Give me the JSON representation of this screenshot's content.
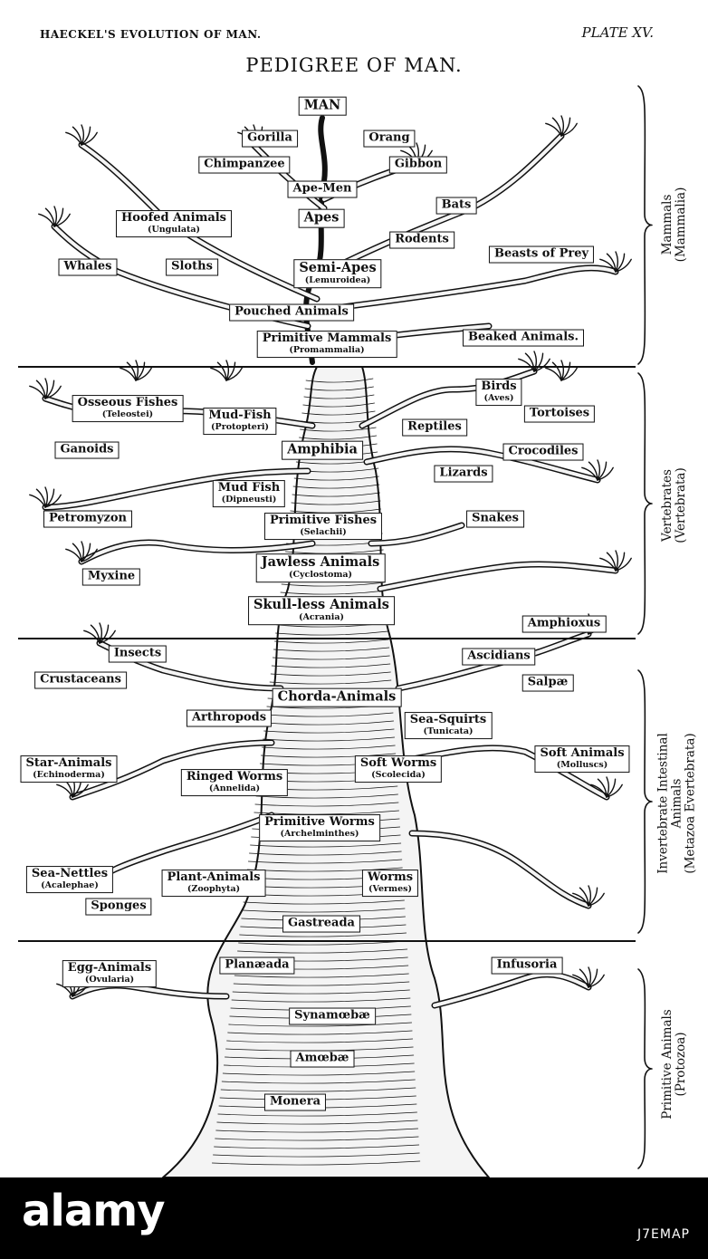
{
  "header": {
    "left": "HAECKEL'S EVOLUTION OF MAN.",
    "right": "PLATE XV."
  },
  "title": "PEDIGREE OF MAN.",
  "sections": [
    {
      "lines": [
        "Mammals",
        "(Mammalia)"
      ]
    },
    {
      "lines": [
        "Vertebrates",
        "(Vertebrata)"
      ]
    },
    {
      "lines": [
        "Invertebrate Intestinal",
        "Animals",
        "(Metazoa Evertebrata)"
      ]
    },
    {
      "lines": [
        "Primitive Animals",
        "(Protozoa)"
      ]
    }
  ],
  "labels": [
    {
      "id": "man",
      "main": "MAN",
      "sub": ""
    },
    {
      "id": "gorilla",
      "main": "Gorilla",
      "sub": ""
    },
    {
      "id": "orang",
      "main": "Orang",
      "sub": ""
    },
    {
      "id": "chimpanzee",
      "main": "Chimpanzee",
      "sub": ""
    },
    {
      "id": "gibbon",
      "main": "Gibbon",
      "sub": ""
    },
    {
      "id": "ape-men",
      "main": "Ape-Men",
      "sub": ""
    },
    {
      "id": "bats",
      "main": "Bats",
      "sub": ""
    },
    {
      "id": "hoofed-animals",
      "main": "Hoofed Animals",
      "sub": "(Ungulata)"
    },
    {
      "id": "apes",
      "main": "Apes",
      "sub": ""
    },
    {
      "id": "rodents",
      "main": "Rodents",
      "sub": ""
    },
    {
      "id": "beasts-of-prey",
      "main": "Beasts of Prey",
      "sub": ""
    },
    {
      "id": "whales",
      "main": "Whales",
      "sub": ""
    },
    {
      "id": "sloths",
      "main": "Sloths",
      "sub": ""
    },
    {
      "id": "semi-apes",
      "main": "Semi-Apes",
      "sub": "(Lemuroidea)"
    },
    {
      "id": "pouched-animals",
      "main": "Pouched Animals",
      "sub": ""
    },
    {
      "id": "primitive-mammals",
      "main": "Primitive Mammals",
      "sub": "(Promammalia)"
    },
    {
      "id": "beaked-animals",
      "main": "Beaked Animals.",
      "sub": ""
    },
    {
      "id": "osseous-fishes",
      "main": "Osseous Fishes",
      "sub": "(Teleostei)"
    },
    {
      "id": "mud-fish-protopteri",
      "main": "Mud-Fish",
      "sub": "(Protopteri)"
    },
    {
      "id": "birds",
      "main": "Birds",
      "sub": "(Aves)"
    },
    {
      "id": "tortoises",
      "main": "Tortoises",
      "sub": ""
    },
    {
      "id": "reptiles",
      "main": "Reptiles",
      "sub": ""
    },
    {
      "id": "ganoids",
      "main": "Ganoids",
      "sub": ""
    },
    {
      "id": "amphibia",
      "main": "Amphibia",
      "sub": ""
    },
    {
      "id": "crocodiles",
      "main": "Crocodiles",
      "sub": ""
    },
    {
      "id": "lizards",
      "main": "Lizards",
      "sub": ""
    },
    {
      "id": "mud-fish-dipneusti",
      "main": "Mud Fish",
      "sub": "(Dipneusti)"
    },
    {
      "id": "petromyzon",
      "main": "Petromyzon",
      "sub": ""
    },
    {
      "id": "primitive-fishes",
      "main": "Primitive Fishes",
      "sub": "(Selachii)"
    },
    {
      "id": "snakes",
      "main": "Snakes",
      "sub": ""
    },
    {
      "id": "jawless-animals",
      "main": "Jawless Animals",
      "sub": "(Cyclostoma)"
    },
    {
      "id": "myxine",
      "main": "Myxine",
      "sub": ""
    },
    {
      "id": "skull-less-animals",
      "main": "Skull-less Animals",
      "sub": "(Acrania)"
    },
    {
      "id": "amphioxus",
      "main": "Amphioxus",
      "sub": ""
    },
    {
      "id": "insects",
      "main": "Insects",
      "sub": ""
    },
    {
      "id": "ascidians",
      "main": "Ascidians",
      "sub": ""
    },
    {
      "id": "crustaceans",
      "main": "Crustaceans",
      "sub": ""
    },
    {
      "id": "salpae",
      "main": "Salpæ",
      "sub": ""
    },
    {
      "id": "chorda-animals",
      "main": "Chorda-Animals",
      "sub": ""
    },
    {
      "id": "arthropods",
      "main": "Arthropods",
      "sub": ""
    },
    {
      "id": "sea-squirts",
      "main": "Sea-Squirts",
      "sub": "(Tunicata)"
    },
    {
      "id": "star-animals",
      "main": "Star-Animals",
      "sub": "(Echinoderma)"
    },
    {
      "id": "soft-worms",
      "main": "Soft Worms",
      "sub": "(Scolecida)"
    },
    {
      "id": "soft-animals",
      "main": "Soft Animals",
      "sub": "(Molluscs)"
    },
    {
      "id": "ringed-worms",
      "main": "Ringed Worms",
      "sub": "(Annelida)"
    },
    {
      "id": "primitive-worms",
      "main": "Primitive Worms",
      "sub": "(Archelminthes)"
    },
    {
      "id": "sea-nettles",
      "main": "Sea-Nettles",
      "sub": "(Acalephae)"
    },
    {
      "id": "plant-animals",
      "main": "Plant-Animals",
      "sub": "(Zoophyta)"
    },
    {
      "id": "worms",
      "main": "Worms",
      "sub": "(Vermes)"
    },
    {
      "id": "sponges",
      "main": "Sponges",
      "sub": ""
    },
    {
      "id": "gastreada",
      "main": "Gastreada",
      "sub": ""
    },
    {
      "id": "egg-animals",
      "main": "Egg-Animals",
      "sub": "(Ovularia)"
    },
    {
      "id": "planaeada",
      "main": "Planæada",
      "sub": ""
    },
    {
      "id": "infusoria",
      "main": "Infusoria",
      "sub": ""
    },
    {
      "id": "synamoebae",
      "main": "Synamœbæ",
      "sub": ""
    },
    {
      "id": "amoebae",
      "main": "Amœbæ",
      "sub": ""
    },
    {
      "id": "monera",
      "main": "Monera",
      "sub": ""
    }
  ],
  "watermark": {
    "logo": "alamy",
    "image_id": "J7EMAP"
  }
}
